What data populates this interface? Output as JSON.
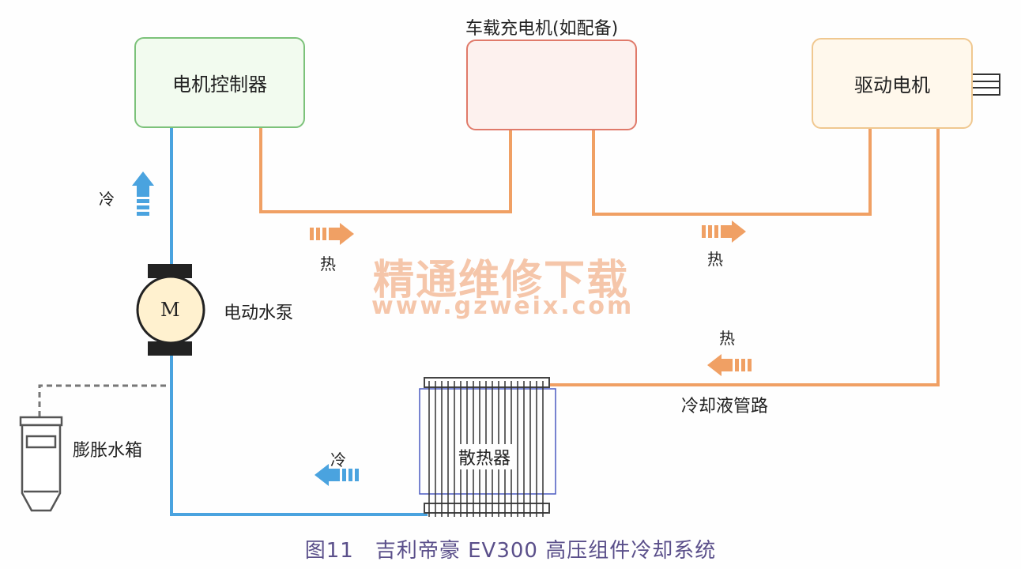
{
  "components": {
    "motor_controller": "电机控制器",
    "charger_title": "车载充电机(如配备)",
    "drive_motor": "驱动电机",
    "pump_symbol": "M",
    "pump_label": "电动水泵",
    "expansion_tank": "膨胀水箱",
    "radiator": "散热器",
    "coolant_line": "冷却液管路"
  },
  "flow_labels": {
    "cold_up": "冷",
    "heat_left": "热",
    "heat_right": "热",
    "heat_return": "热",
    "cold_bottom": "冷"
  },
  "watermark": {
    "title": "精通维修下载",
    "url": "www.gzweix.com"
  },
  "caption": "图11　吉利帝豪 EV300 高压组件冷却系统",
  "colors": {
    "cold_line": "#4aa3df",
    "hot_line": "#f0a064",
    "controller_border": "#7cc27a",
    "controller_fill": "#f2fbef",
    "charger_border": "#e07a6a",
    "charger_fill": "#fdf1ee",
    "motor_border": "#f0c890",
    "motor_fill": "#fff8ec",
    "pump_fill": "#fff1cf",
    "caption": "#5a4f8a"
  },
  "icons": {
    "charger": "lightning-bolt-icon",
    "motor_shaft": "shaft-connector-icon",
    "flow_arrow": "striped-arrow-icon"
  }
}
